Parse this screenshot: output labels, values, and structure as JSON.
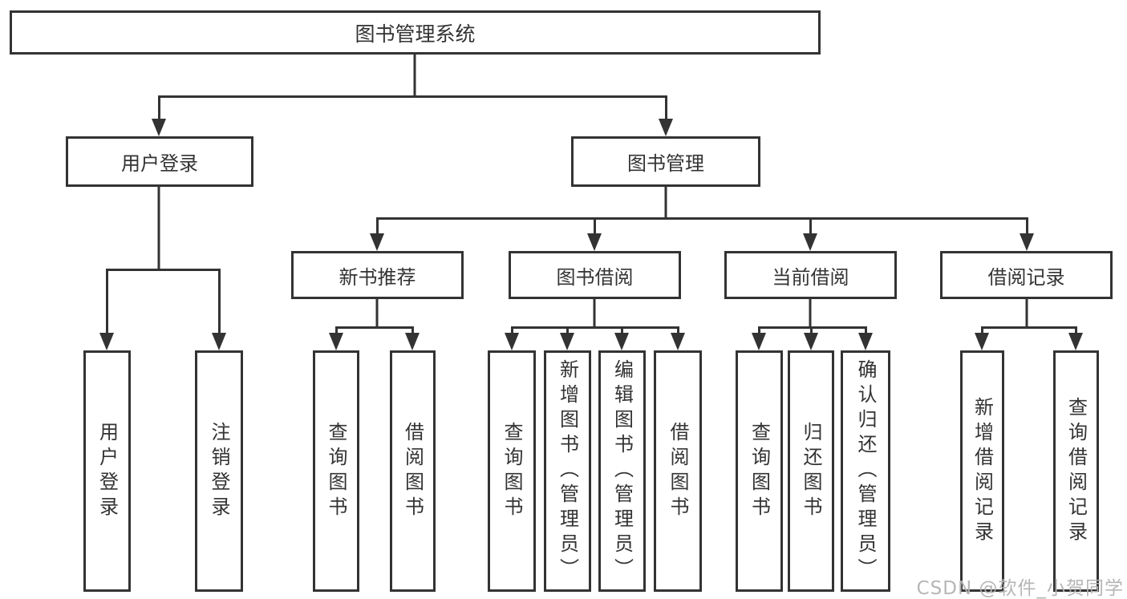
{
  "watermark": "CSDN @软件_小贺同学",
  "colors": {
    "line": "#333333",
    "text": "#333333",
    "watermark": "#b2b2b2",
    "background": "#ffffff"
  },
  "tree": {
    "label": "图书管理系统",
    "children": [
      {
        "label": "用户登录",
        "children": [
          {
            "label": "用户登录"
          },
          {
            "label": "注销登录"
          }
        ]
      },
      {
        "label": "图书管理",
        "children": [
          {
            "label": "新书推荐",
            "children": [
              {
                "label": "查询图书"
              },
              {
                "label": "借阅图书"
              }
            ]
          },
          {
            "label": "图书借阅",
            "children": [
              {
                "label": "查询图书"
              },
              {
                "label": "新增图书（管理员）"
              },
              {
                "label": "编辑图书（管理员）"
              },
              {
                "label": "借阅图书"
              }
            ]
          },
          {
            "label": "当前借阅",
            "children": [
              {
                "label": "查询图书"
              },
              {
                "label": "归还图书"
              },
              {
                "label": "确认归还（管理员）"
              }
            ]
          },
          {
            "label": "借阅记录",
            "children": [
              {
                "label": "新增借阅记录"
              },
              {
                "label": "查询借阅记录"
              }
            ]
          }
        ]
      }
    ]
  }
}
